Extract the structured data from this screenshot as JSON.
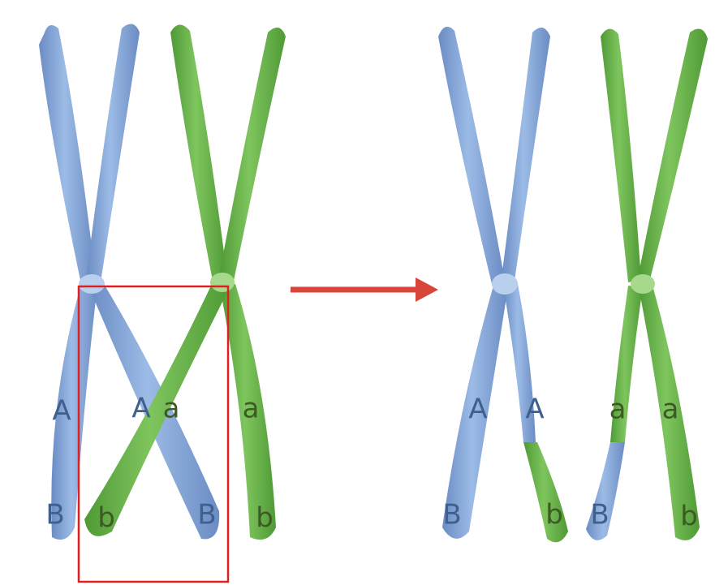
{
  "colors": {
    "blue_chromatid": "#8cacdc",
    "blue_chromatid_dark": "#6b8cc4",
    "green_chromatid": "#6cb24c",
    "green_chromatid_dark": "#4f9a36",
    "highlight_box": "#e02020",
    "arrow": "#d8463a",
    "label_blue": "#3f5f8c",
    "label_green": "#3d5a22"
  },
  "before": {
    "blue_pair": {
      "labels": {
        "left_upper": "A",
        "left_lower": "B",
        "cross_upper": "A",
        "cross_lower": "B"
      }
    },
    "green_pair": {
      "labels": {
        "cross_upper": "a",
        "cross_lower": "b",
        "right_upper": "a",
        "right_lower": "b"
      }
    }
  },
  "after": {
    "blue_pair": {
      "labels": {
        "left_upper": "A",
        "left_lower": "B",
        "right_upper": "A",
        "right_lower": "b"
      }
    },
    "green_pair": {
      "labels": {
        "left_upper": "a",
        "left_lower": "B",
        "right_upper": "a",
        "right_lower": "b"
      }
    }
  }
}
